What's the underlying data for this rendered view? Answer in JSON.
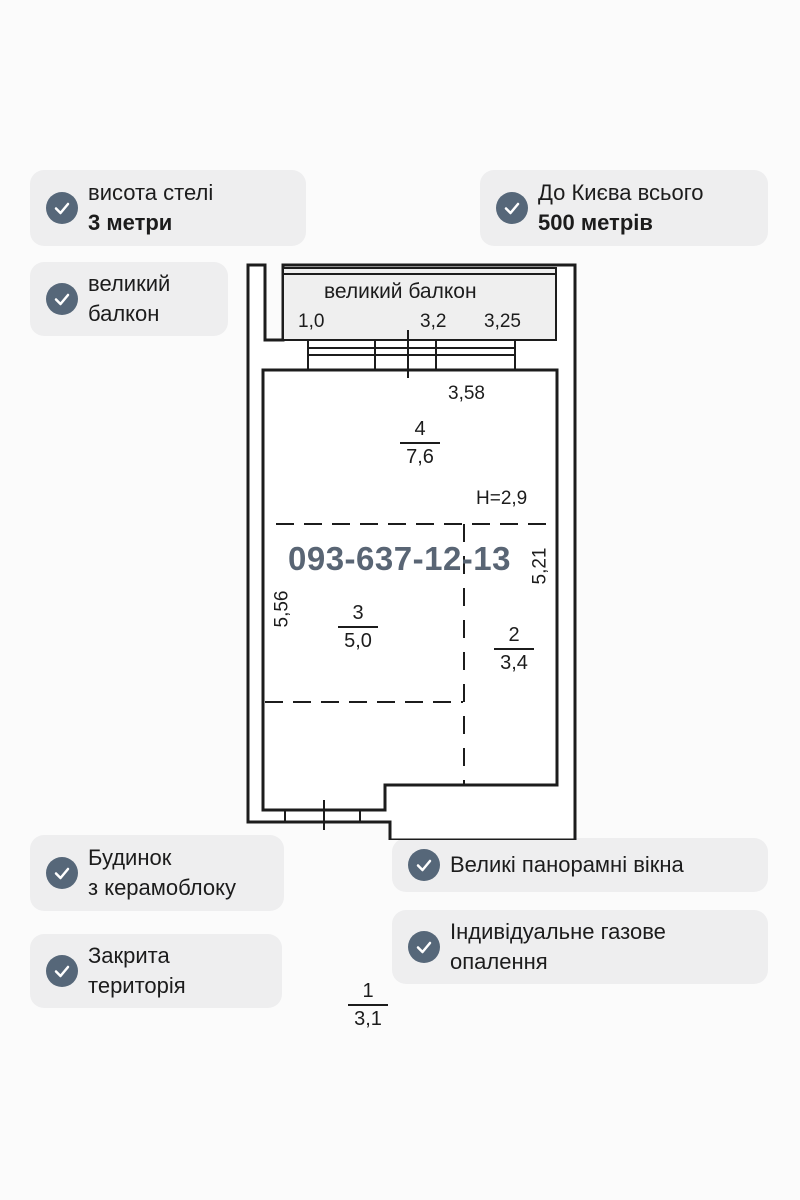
{
  "features_left": [
    {
      "line1": "висота стелі",
      "line2": "3 метри",
      "line2_bold": true
    },
    {
      "line1": "великий",
      "line2": "балкон"
    },
    {
      "line1": "Будинок",
      "line2": "з керамоблоку"
    },
    {
      "line1": "Закрита",
      "line2": "територія"
    }
  ],
  "features_right": [
    {
      "line1": "До Києва всього",
      "line2": "500 метрів"
    },
    {
      "line1": "Великі панорамні вікна"
    },
    {
      "line1": "Індивідуальне газове",
      "line2": "опалення"
    }
  ],
  "floor_plan": {
    "balcony_label": "великий балкон",
    "balcony_dims": [
      "1,0",
      "3,2",
      "3,25"
    ],
    "width_top": "3,58",
    "ceiling_height": "H=2,9",
    "left_length": "5,56",
    "right_length": "5,21",
    "phone": "093-637-12-13",
    "rooms": [
      {
        "number": "4",
        "area": "7,6"
      },
      {
        "number": "3",
        "area": "5,0"
      },
      {
        "number": "2",
        "area": "3,4"
      },
      {
        "number": "1",
        "area": "3,1"
      }
    ]
  },
  "colors": {
    "badge_bg": "#eeeeef",
    "check_bg": "#566779",
    "phone": "#596574"
  }
}
